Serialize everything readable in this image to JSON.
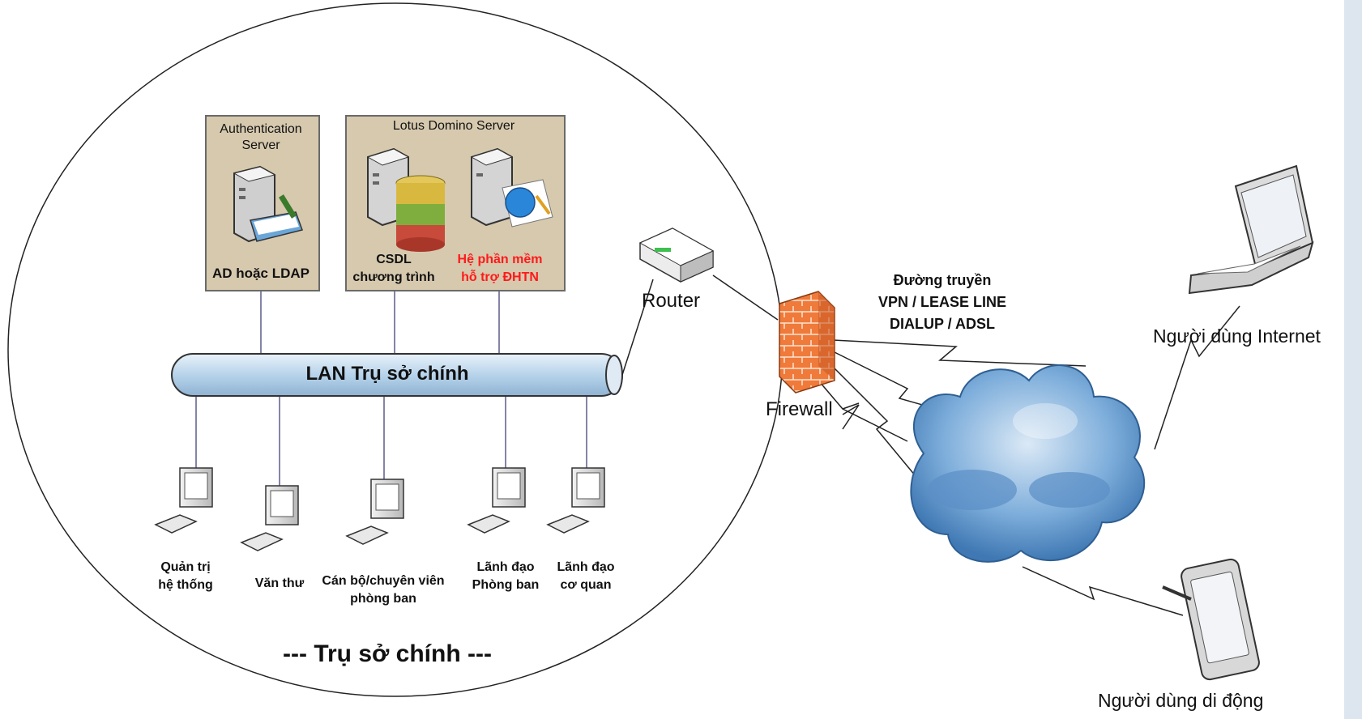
{
  "headquarters": {
    "title": "--- Trụ sở chính ---",
    "lan_label": "LAN Trụ sở chính"
  },
  "servers": {
    "auth": {
      "title_line1": "Authentication",
      "title_line2": "Server",
      "label": "AD hoặc LDAP"
    },
    "domino": {
      "title": "Lotus Domino Server",
      "db_label_line1": "CSDL",
      "db_label_line2": "chương trình",
      "app_label_line1": "Hệ phần mềm",
      "app_label_line2": "hỗ trợ ĐHTN",
      "app_label_color": "#ff1a1a"
    }
  },
  "clients": [
    {
      "line1": "Quản trị",
      "line2": "hệ thống"
    },
    {
      "line1": "Văn thư",
      "line2": ""
    },
    {
      "line1": "Cán bộ/chuyên viên",
      "line2": "phòng ban"
    },
    {
      "line1": "Lãnh đạo",
      "line2": "Phòng ban"
    },
    {
      "line1": "Lãnh đạo",
      "line2": "cơ quan"
    }
  ],
  "network": {
    "router_label": "Router",
    "firewall_label": "Firewall",
    "connection_line1": "Đường truyền",
    "connection_line2": "VPN / LEASE LINE",
    "connection_line3": "DIALUP / ADSL"
  },
  "external_users": {
    "internet_user": "Người dùng Internet",
    "mobile_user": "Người dùng di động"
  },
  "colors": {
    "lan_pipe": "#b7d3ea",
    "server_box": "#d6c9ae",
    "firewall": "#f07a3a",
    "cloud": "#6fa3d3"
  },
  "icons": {
    "server": "server-tower-icon",
    "database": "database-icon",
    "router": "router-icon",
    "firewall": "firewall-icon",
    "cloud": "internet-cloud-icon",
    "laptop": "laptop-icon",
    "tablet": "tablet-icon",
    "workstation": "workstation-icon"
  }
}
